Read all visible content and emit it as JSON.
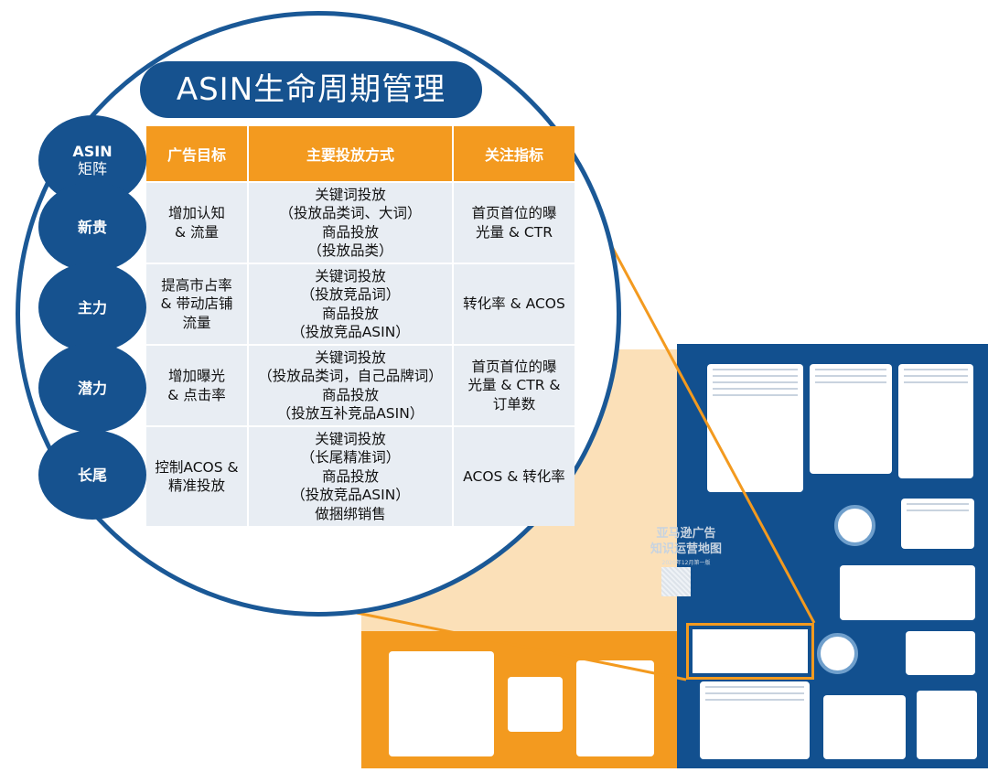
{
  "title": "ASIN生命周期管理",
  "side_labels": [
    {
      "line1": "ASIN",
      "line2": "矩阵"
    },
    {
      "line1": "新贵",
      "line2": ""
    },
    {
      "line1": "主力",
      "line2": ""
    },
    {
      "line1": "潜力",
      "line2": ""
    },
    {
      "line1": "长尾",
      "line2": ""
    }
  ],
  "table": {
    "headers": [
      "广告目标",
      "主要投放方式",
      "关注指标"
    ],
    "rows": [
      [
        "增加认知\n& 流量",
        "关键词投放\n（投放品类词、大词）\n商品投放\n（投放品类）",
        "首页首位的曝\n光量 & CTR"
      ],
      [
        "提高市占率\n& 带动店铺\n流量",
        "关键词投放\n（投放竞品词）\n商品投放\n（投放竞品ASIN）",
        "转化率 & ACOS"
      ],
      [
        "增加曝光\n& 点击率",
        "关键词投放\n（投放品类词，自己品牌词）\n商品投放\n（投放互补竞品ASIN）",
        "首页首位的曝\n光量 & CTR &\n订单数"
      ],
      [
        "控制ACOS &\n精准投放",
        "关键词投放\n（长尾精准词）\n商品投放\n（投放竞品ASIN）\n做捆绑销售",
        "ACOS & 转化率"
      ]
    ]
  },
  "poster": {
    "title_line1": "亚马逊广告",
    "title_line2": "知识运营地图",
    "subtitle": "2020年12月第一版"
  },
  "colors": {
    "blue": "#16528f",
    "orange": "#f39a1f",
    "cell": "#e8edf3"
  }
}
